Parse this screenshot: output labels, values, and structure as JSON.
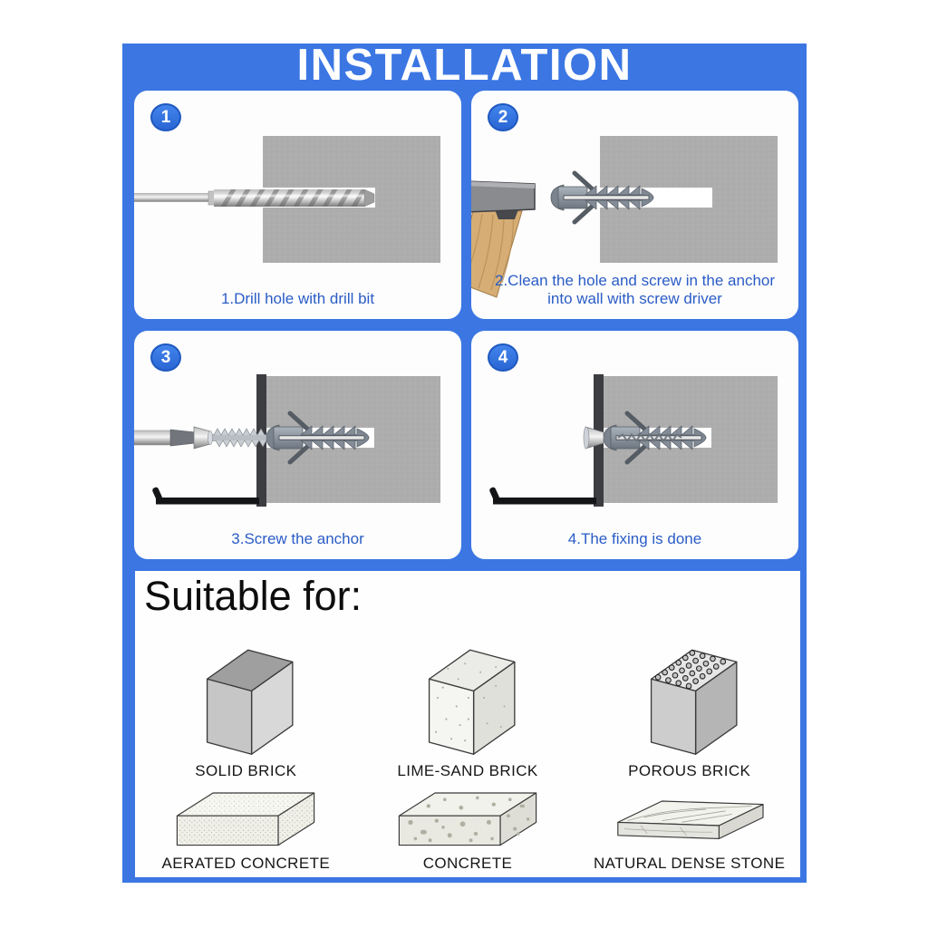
{
  "title": "INSTALLATION",
  "colors": {
    "background_blue": "#3b76e3",
    "badge_blue": "#2a66d4",
    "caption_blue": "#2a5cc6",
    "wall_gray": "#adadad"
  },
  "steps": [
    {
      "number": "1",
      "caption": "1.Drill hole with drill bit"
    },
    {
      "number": "2",
      "caption": "2.Clean the hole and screw in the anchor into wall with screw driver"
    },
    {
      "number": "3",
      "caption": "3.Screw the anchor"
    },
    {
      "number": "4",
      "caption": "4.The fixing is done"
    }
  ],
  "suitable": {
    "heading": "Suitable for:",
    "materials": [
      "SOLID BRICK",
      "LIME-SAND BRICK",
      "POROUS BRICK",
      "AERATED CONCRETE",
      "CONCRETE",
      "NATURAL DENSE STONE"
    ]
  }
}
